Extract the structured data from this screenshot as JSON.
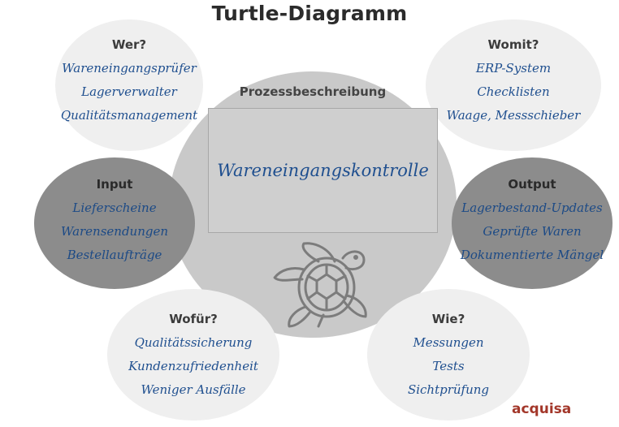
{
  "title": "Turtle-Diagramm",
  "center": {
    "title": "Prozessbeschreibung",
    "process": "Wareneingangskontrolle"
  },
  "wer": {
    "title": "Wer?",
    "items": [
      "Wareneingangsprüfer",
      "Lagerverwalter",
      "Qualitätsmanagement"
    ]
  },
  "womit": {
    "title": "Womit?",
    "items": [
      "ERP-System",
      "Checklisten",
      "Waage, Messschieber"
    ]
  },
  "input": {
    "title": "Input",
    "items": [
      "Lieferscheine",
      "Warensendungen",
      "Bestellaufträge"
    ]
  },
  "output": {
    "title": "Output",
    "items": [
      "Lagerbestand-Updates",
      "Geprüfte Waren",
      "Dokumentierte Mängel"
    ]
  },
  "wofuer": {
    "title": "Wofür?",
    "items": [
      "Qualitätssicherung",
      "Kundenzufriedenheit",
      "Weniger Ausfälle"
    ]
  },
  "wie": {
    "title": "Wie?",
    "items": [
      "Messungen",
      "Tests",
      "Sichtprüfung"
    ]
  },
  "brand": "acquisa",
  "colors": {
    "light_ellipse": "#efefef",
    "dark_ellipse": "#8c8c8c",
    "center_circle": "#c9c9c9",
    "item_text": "#1f4f8f",
    "brand": "#a3372a"
  },
  "icons": [
    "turtle-icon"
  ]
}
